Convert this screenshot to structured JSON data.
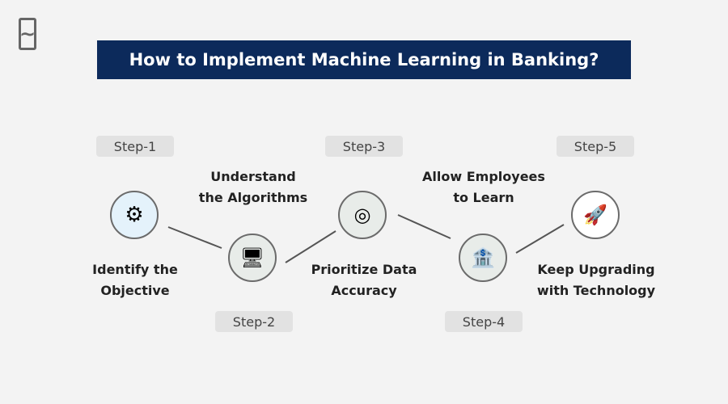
{
  "title": "How to Implement Machine Learning in Banking?",
  "steps": [
    {
      "step": "Step-1",
      "label1": "Identify the",
      "label2": "Objective",
      "icon": "objective-gear-icon"
    },
    {
      "step": "Step-2",
      "label1": "Understand",
      "label2": "the Algorithms",
      "icon": "algorithm-screen-icon"
    },
    {
      "step": "Step-3",
      "label1": "Prioritize Data",
      "label2": "Accuracy",
      "icon": "data-accuracy-icon"
    },
    {
      "step": "Step-4",
      "label1": "Allow Employees",
      "label2": "to Learn",
      "icon": "employee-learning-icon"
    },
    {
      "step": "Step-5",
      "label1": "Keep Upgrading",
      "label2": "with Technology",
      "icon": "technology-rocket-icon"
    }
  ],
  "colors": {
    "title_bg": "#0c2a5b",
    "circle1": "#e4f2fb",
    "circle": "#e8ece9"
  }
}
